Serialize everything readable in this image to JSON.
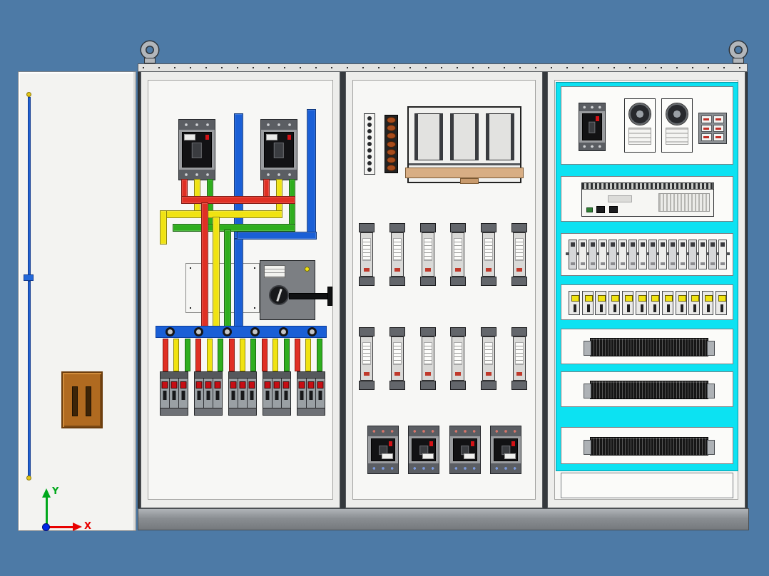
{
  "viewport": {
    "description": "3D CAD view of a three-bay low-voltage electrical distribution cabinet with open left door",
    "background_color": "#4d7aa6"
  },
  "css_vars": {
    "--bg": "#4d7aa6",
    "--red": "#e03024",
    "--yellow": "#f0e312",
    "--green": "#2fae1e",
    "--blue": "#1a5fd6",
    "--cyan": "#0ce2f2",
    "--brown": "#b06a20",
    "--tan": "#d8ae84",
    "--triad-x": "#e80000",
    "--triad-y": "#00a81c",
    "--triad-z": "#0028e8"
  },
  "triad": {
    "x_label": "X",
    "y_label": "Y"
  },
  "door": {
    "name": "cabinet door with interlock rod and lock box"
  },
  "bay1": {
    "name": "incoming busbar section",
    "main_breakers": 2,
    "bus_insulators": 6,
    "distribution_drops": 15,
    "branch_breaker_groups": 5
  },
  "bay2": {
    "name": "fuse feeder section",
    "terminal_strip_points": 9,
    "insulator_beads": 7,
    "fuses_per_row": 6,
    "fuse_rows": 2,
    "bottom_breakers": 4
  },
  "bay3": {
    "name": "control section highlighted cyan",
    "fans": 2,
    "meter_cells": 6,
    "din_relays": 16,
    "mini_breakers": 12,
    "terminal_rows": 3
  }
}
